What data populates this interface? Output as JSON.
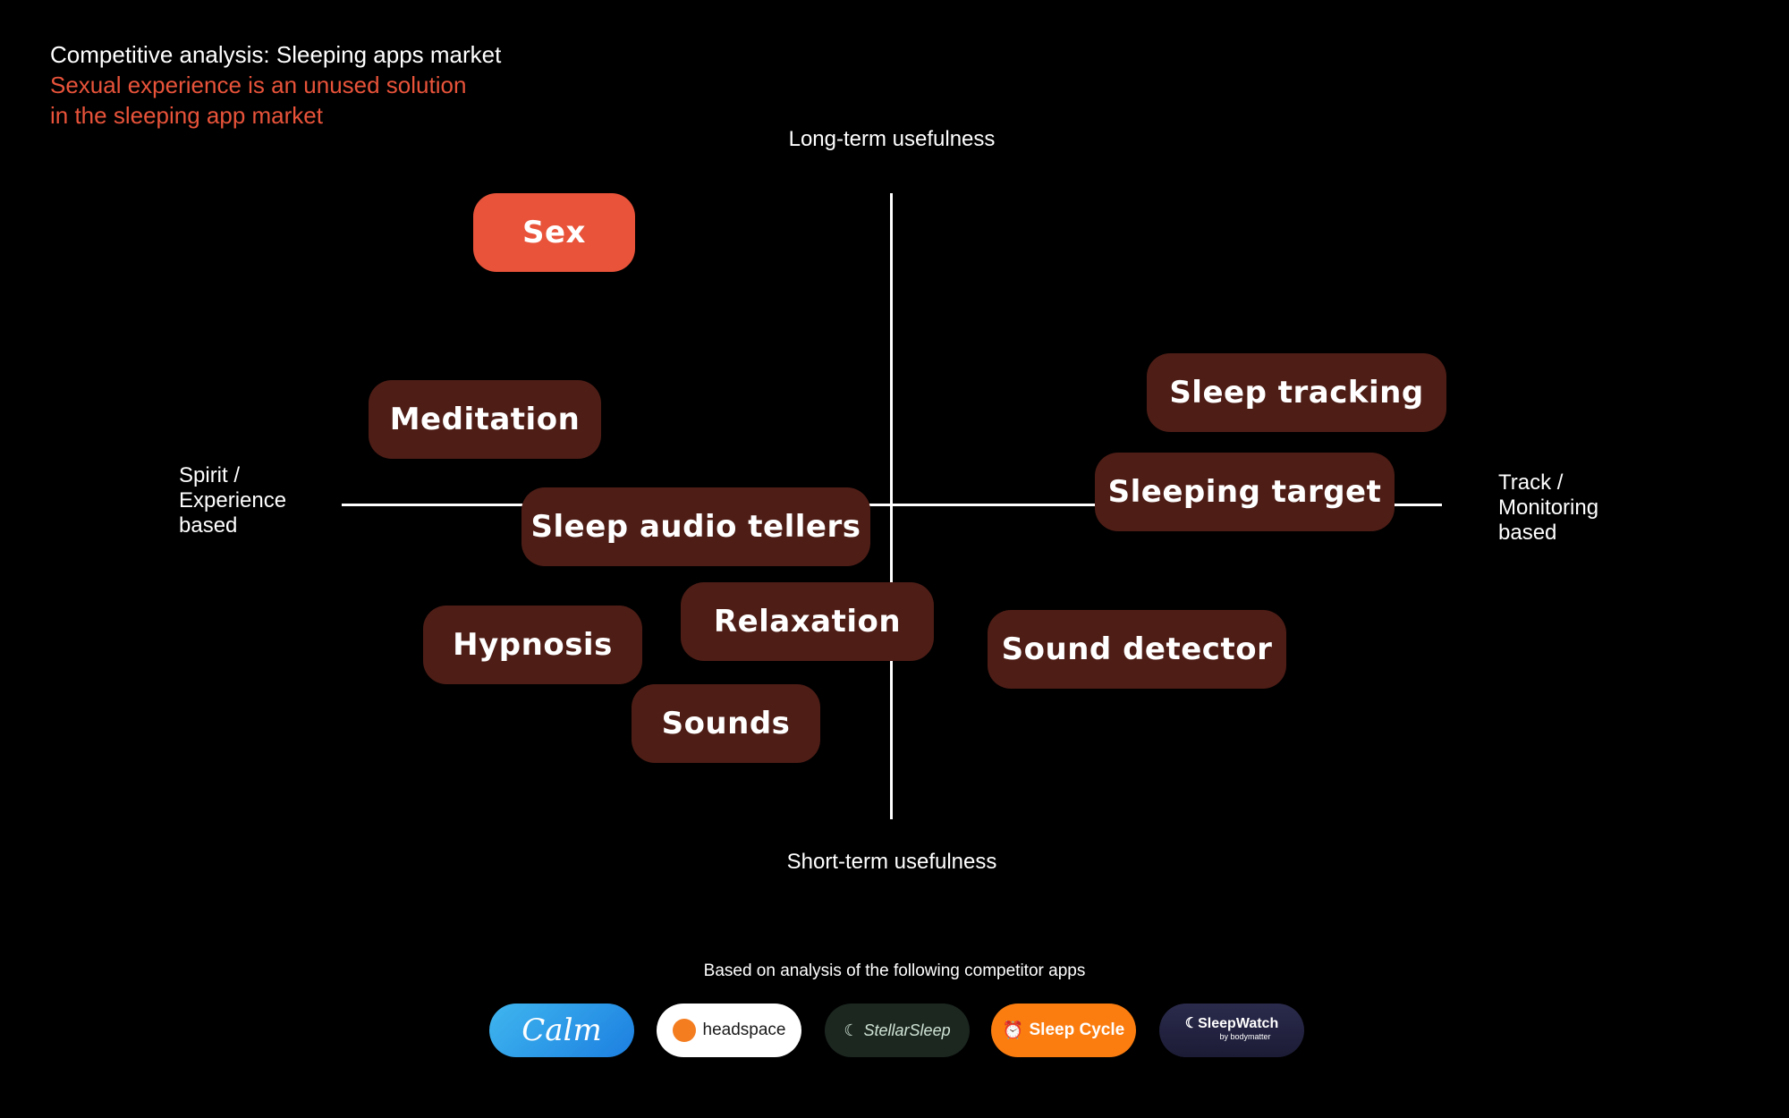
{
  "heading": {
    "title": "Competitive analysis: Sleeping apps market",
    "subtitle_line1": "Sexual experience is an unused solution",
    "subtitle_line2": "in the sleeping app market"
  },
  "axes": {
    "top": "Long-term usefulness",
    "bottom": "Short-term usefulness",
    "left": [
      "Spirit /",
      "Experience",
      "based"
    ],
    "right": [
      "Track /",
      "Monitoring",
      "based"
    ]
  },
  "items": [
    {
      "label": "Sex",
      "highlight": true
    },
    {
      "label": "Meditation"
    },
    {
      "label": "Sleep tracking"
    },
    {
      "label": "Sleeping target"
    },
    {
      "label": "Sleep audio tellers"
    },
    {
      "label": "Relaxation"
    },
    {
      "label": "Hypnosis"
    },
    {
      "label": "Sound detector"
    },
    {
      "label": "Sounds"
    }
  ],
  "footer": {
    "note": "Based on analysis of the following competitor apps",
    "apps": [
      {
        "name": "Calm",
        "color": "#1c7fe0"
      },
      {
        "name": "headspace",
        "color": "#f47d20"
      },
      {
        "name": "StellarSleep",
        "color": "#1c2720"
      },
      {
        "name": "Sleep Cycle",
        "color": "#fb7d10"
      },
      {
        "name": "SleepWatch",
        "sub": "by bodymatter",
        "color": "#2a2a4c"
      }
    ]
  },
  "colors": {
    "accent": "#e8533a",
    "pill": "#4e1d16",
    "background": "#000000"
  }
}
